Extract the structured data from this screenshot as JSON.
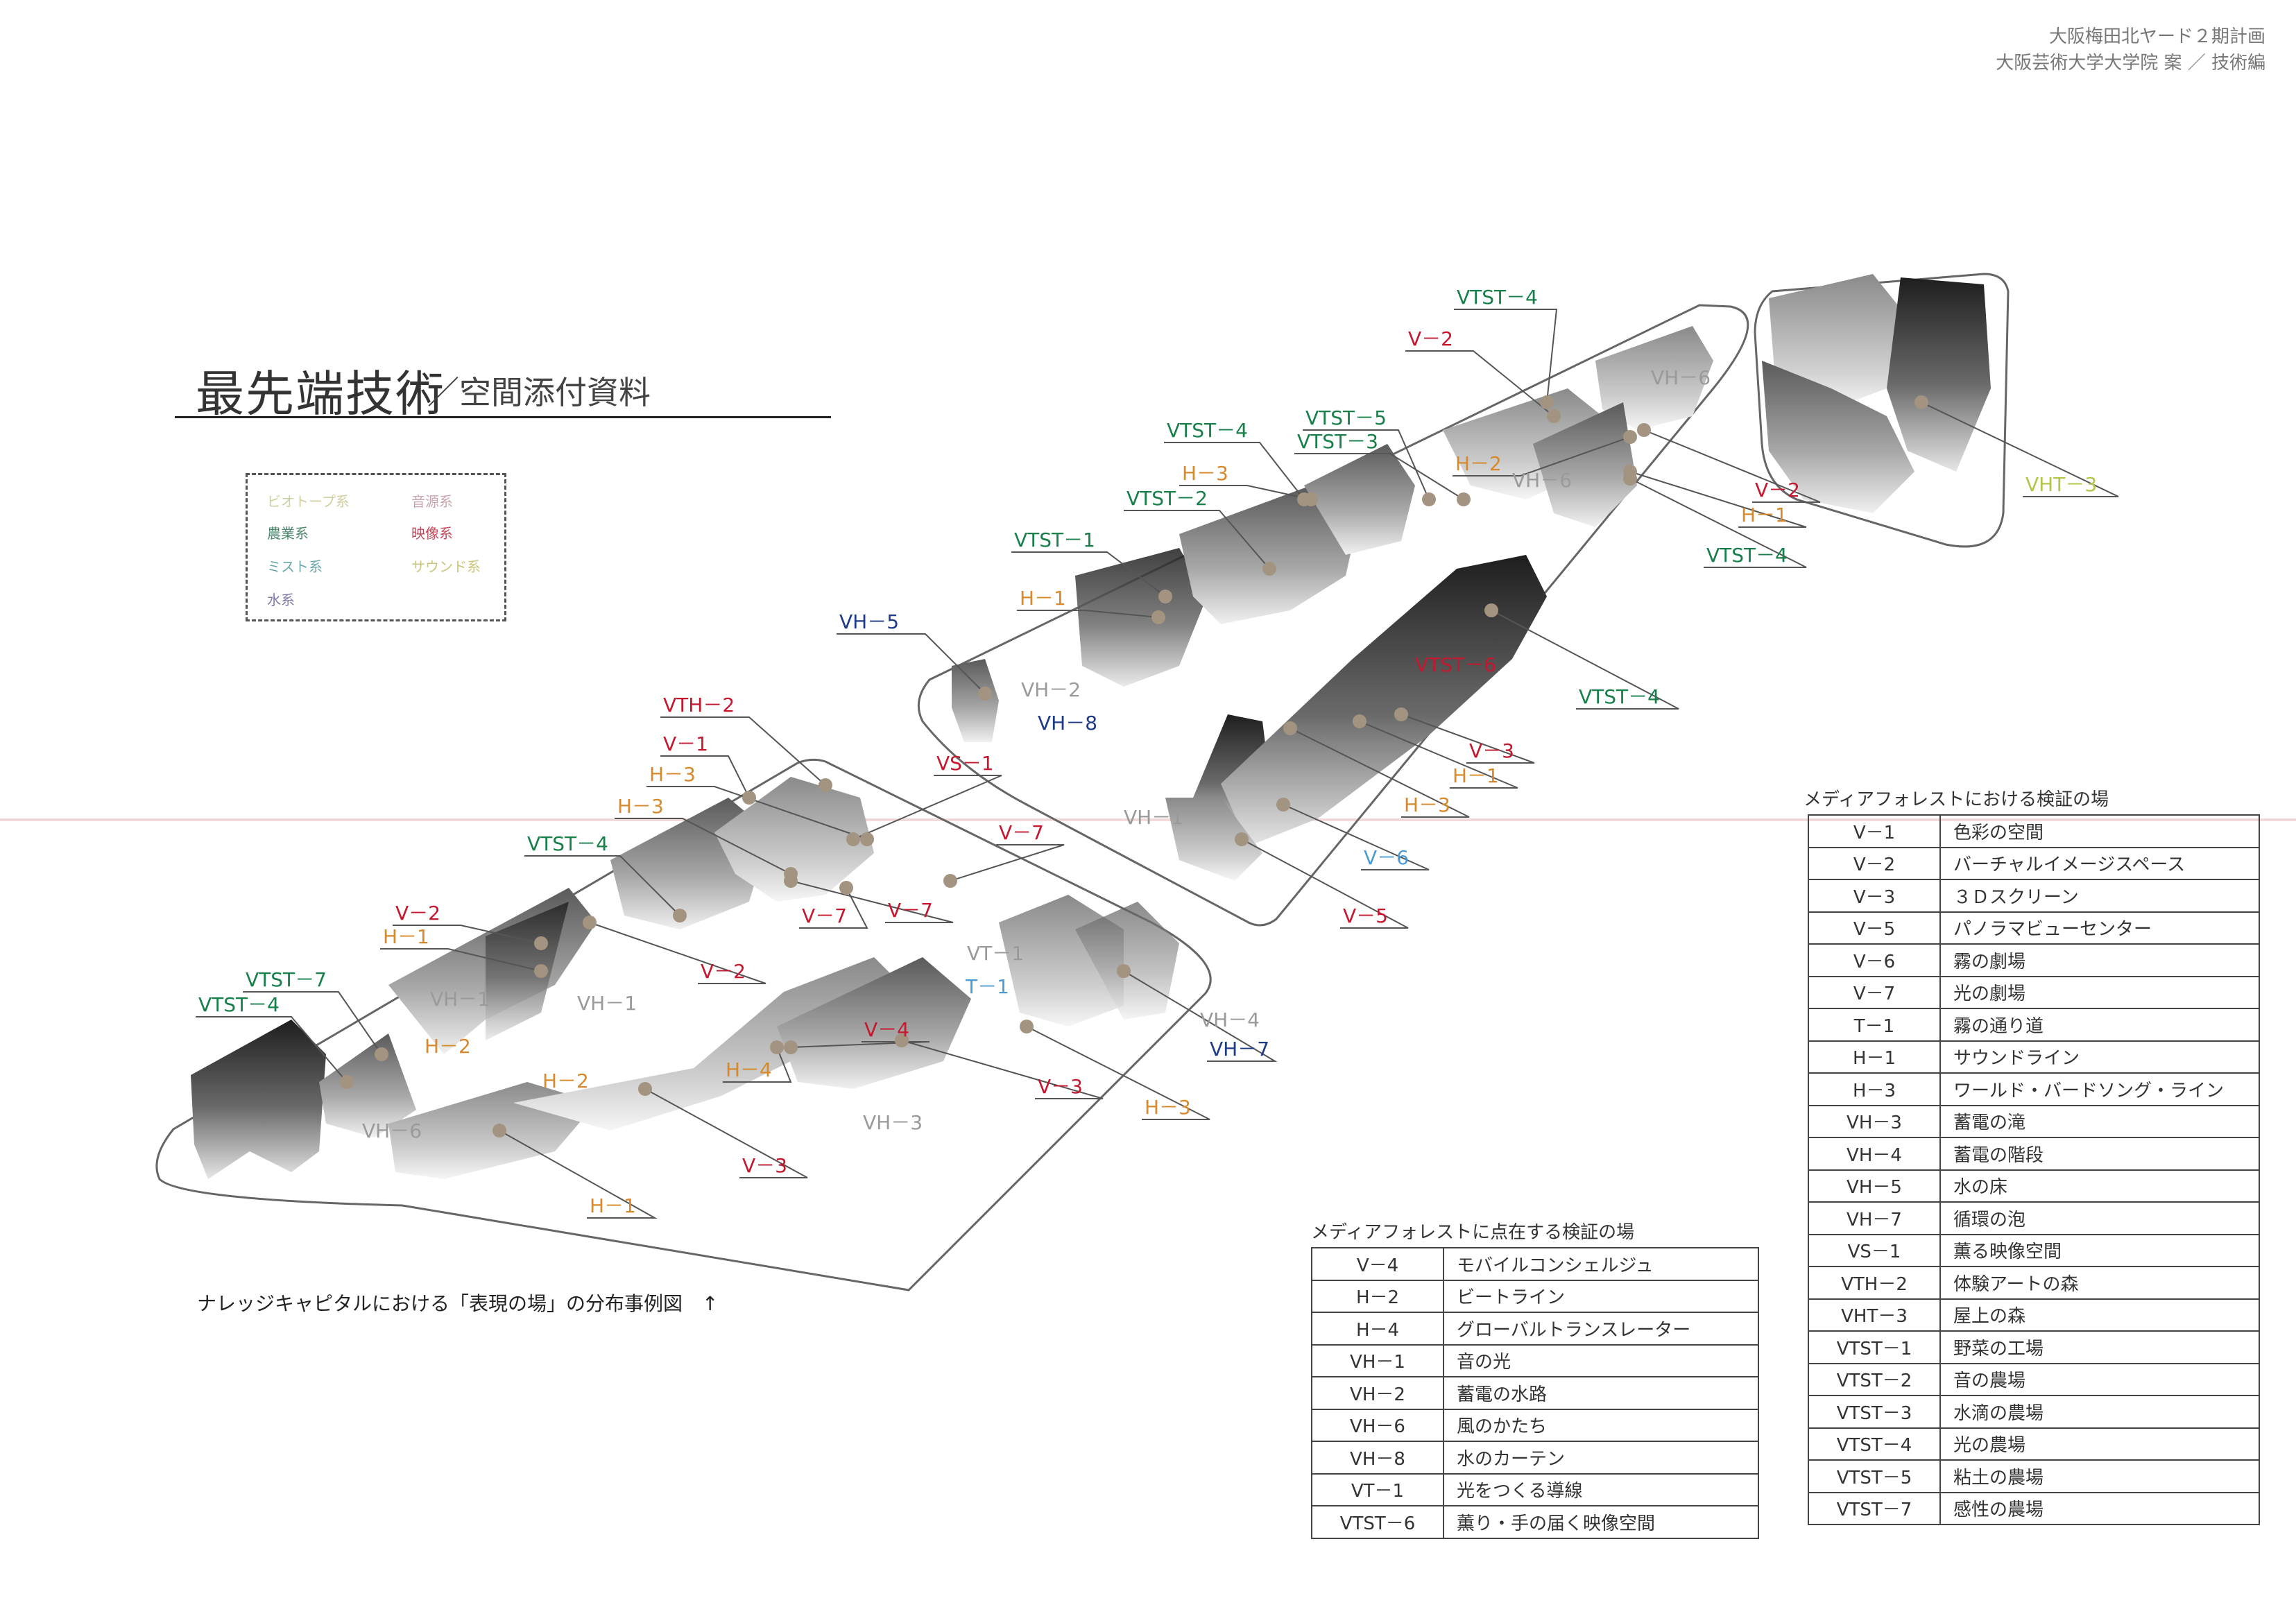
{
  "header": {
    "line1": "大阪梅田北ヤード２期計画",
    "line2": "大阪芸術大学大学院 案 ／ 技術編"
  },
  "title": {
    "main": "最先端技術",
    "sub": "／空間添付資料"
  },
  "legend": [
    {
      "text": "ビオトープ系",
      "color": "#cfcfa0"
    },
    {
      "text": "音源系",
      "color": "#c9a7ad"
    },
    {
      "text": "農業系",
      "color": "#4d8a6b"
    },
    {
      "text": "映像系",
      "color": "#c14b5a"
    },
    {
      "text": "ミスト系",
      "color": "#6aa6aa"
    },
    {
      "text": "サウンド系",
      "color": "#c9c57a"
    },
    {
      "text": "水系",
      "color": "#7c7ca8"
    }
  ],
  "caption": "ナレッジキャピタルにおける「表現の場」の分布事例図　↑",
  "colors": {
    "green": "#17804a",
    "red": "#c5172e",
    "orange": "#d8892a",
    "navy": "#1c3a87",
    "gray": "#9a9a9a",
    "lightblue": "#4c9bd2",
    "yellowgreen": "#b3c64a",
    "dot": "#a39482",
    "line": "#555555",
    "outline": "#666666"
  },
  "map_labels": [
    {
      "text": "VTST－4",
      "color": "green"
    },
    {
      "text": "V－2",
      "color": "red"
    },
    {
      "text": "VH－6",
      "color": "gray"
    },
    {
      "text": "VTST－5",
      "color": "green"
    },
    {
      "text": "VTST－3",
      "color": "green"
    },
    {
      "text": "VTST－4",
      "color": "green"
    },
    {
      "text": "H－2",
      "color": "orange"
    },
    {
      "text": "VH－6",
      "color": "gray"
    },
    {
      "text": "V－2",
      "color": "red"
    },
    {
      "text": "H－1",
      "color": "orange"
    },
    {
      "text": "VTST－4",
      "color": "green"
    },
    {
      "text": "H－3",
      "color": "orange"
    },
    {
      "text": "VTST－2",
      "color": "green"
    },
    {
      "text": "VTST－1",
      "color": "green"
    },
    {
      "text": "H－1",
      "color": "orange"
    },
    {
      "text": "VH－5",
      "color": "navy"
    },
    {
      "text": "VH－2",
      "color": "gray"
    },
    {
      "text": "VH－8",
      "color": "navy"
    },
    {
      "text": "VTST－6",
      "color": "red"
    },
    {
      "text": "VTST－4",
      "color": "green"
    },
    {
      "text": "V－3",
      "color": "red"
    },
    {
      "text": "H－1",
      "color": "orange"
    },
    {
      "text": "H－3",
      "color": "orange"
    },
    {
      "text": "VH－1",
      "color": "gray"
    },
    {
      "text": "V－6",
      "color": "lightblue"
    },
    {
      "text": "V－5",
      "color": "red"
    },
    {
      "text": "VHT－3",
      "color": "yellowgreen"
    },
    {
      "text": "VTH－2",
      "color": "red"
    },
    {
      "text": "V－1",
      "color": "red"
    },
    {
      "text": "H－3",
      "color": "orange"
    },
    {
      "text": "VS－1",
      "color": "red"
    },
    {
      "text": "H－3",
      "color": "orange"
    },
    {
      "text": "V－7",
      "color": "red"
    },
    {
      "text": "VTST－4",
      "color": "green"
    },
    {
      "text": "V－7",
      "color": "red"
    },
    {
      "text": "V－7",
      "color": "red"
    },
    {
      "text": "V－2",
      "color": "red"
    },
    {
      "text": "H－1",
      "color": "orange"
    },
    {
      "text": "V－2",
      "color": "red"
    },
    {
      "text": "VTST－7",
      "color": "green"
    },
    {
      "text": "VTST－4",
      "color": "green"
    },
    {
      "text": "VH－1",
      "color": "gray"
    },
    {
      "text": "VH－1",
      "color": "gray"
    },
    {
      "text": "H－2",
      "color": "orange"
    },
    {
      "text": "VT－1",
      "color": "gray"
    },
    {
      "text": "T－1",
      "color": "lightblue"
    },
    {
      "text": "VH－4",
      "color": "gray"
    },
    {
      "text": "VH－7",
      "color": "navy"
    },
    {
      "text": "V－4",
      "color": "red"
    },
    {
      "text": "H－4",
      "color": "orange"
    },
    {
      "text": "H－2",
      "color": "orange"
    },
    {
      "text": "V－3",
      "color": "red"
    },
    {
      "text": "H－3",
      "color": "orange"
    },
    {
      "text": "VH－6",
      "color": "gray"
    },
    {
      "text": "VH－3",
      "color": "gray"
    },
    {
      "text": "V－3",
      "color": "red"
    },
    {
      "text": "H－1",
      "color": "orange"
    }
  ],
  "table_right": {
    "title": "メディアフォレストにおける検証の場",
    "rows": [
      [
        "V－1",
        "色彩の空間"
      ],
      [
        "V－2",
        "バーチャルイメージスペース"
      ],
      [
        "V－3",
        "３Ｄスクリーン"
      ],
      [
        "V－5",
        "パノラマビューセンター"
      ],
      [
        "V－6",
        "霧の劇場"
      ],
      [
        "V－7",
        "光の劇場"
      ],
      [
        "T－1",
        "霧の通り道"
      ],
      [
        "H－1",
        "サウンドライン"
      ],
      [
        "H－3",
        "ワールド・バードソング・ライン"
      ],
      [
        "VH－3",
        "蓄電の滝"
      ],
      [
        "VH－4",
        "蓄電の階段"
      ],
      [
        "VH－5",
        "水の床"
      ],
      [
        "VH－7",
        "循環の泡"
      ],
      [
        "VS－1",
        "薫る映像空間"
      ],
      [
        "VTH－2",
        "体験アートの森"
      ],
      [
        "VHT－3",
        "屋上の森"
      ],
      [
        "VTST－1",
        "野菜の工場"
      ],
      [
        "VTST－2",
        "音の農場"
      ],
      [
        "VTST－3",
        "水滴の農場"
      ],
      [
        "VTST－4",
        "光の農場"
      ],
      [
        "VTST－5",
        "粘土の農場"
      ],
      [
        "VTST－7",
        "感性の農場"
      ]
    ]
  },
  "table_left": {
    "title": "メディアフォレストに点在する検証の場",
    "rows": [
      [
        "V－4",
        "モバイルコンシェルジュ"
      ],
      [
        "H－2",
        "ビートライン"
      ],
      [
        "H－4",
        "グローバルトランスレーター"
      ],
      [
        "VH－1",
        "音の光"
      ],
      [
        "VH－2",
        "蓄電の水路"
      ],
      [
        "VH－6",
        "風のかたち"
      ],
      [
        "VH－8",
        "水のカーテン"
      ],
      [
        "VT－1",
        "光をつくる導線"
      ],
      [
        "VTST－6",
        "薫り・手の届く映像空間"
      ]
    ]
  }
}
